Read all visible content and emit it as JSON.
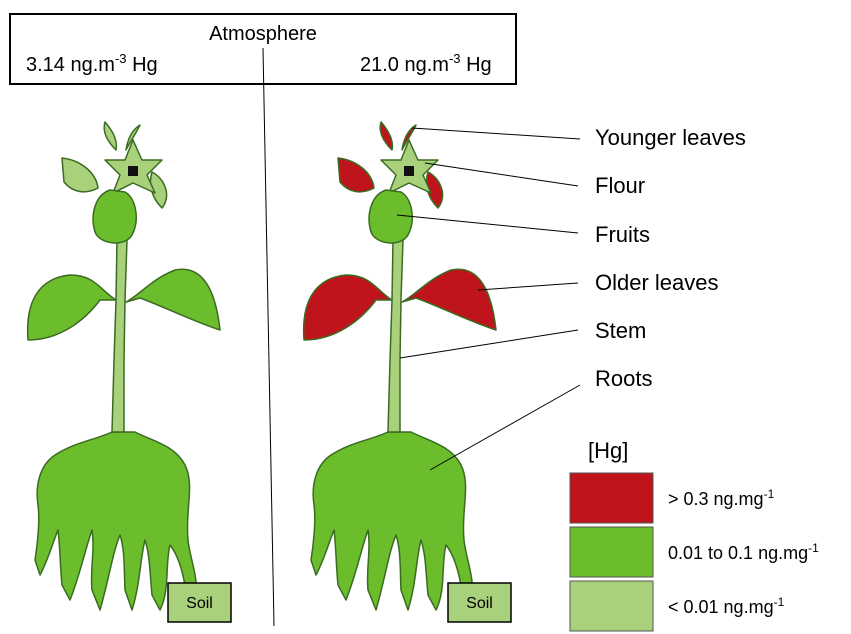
{
  "atmosphere": {
    "title": "Atmosphere",
    "left_value": "3.14 ng.m",
    "left_exp": "-3",
    "left_unit": " Hg",
    "right_value": "21.0 ng.m",
    "right_exp": "-3",
    "right_unit": " Hg"
  },
  "labels": {
    "younger_leaves": "Younger leaves",
    "flour": "Flour",
    "fruits": "Fruits",
    "older_leaves": "Older leaves",
    "stem": "Stem",
    "roots": "Roots"
  },
  "soil": {
    "left": "Soil",
    "right": "Soil"
  },
  "legend": {
    "title": "[Hg]",
    "items": [
      {
        "value": "> 0.3 ng.mg",
        "exp": "-1",
        "color": "#c0141c"
      },
      {
        "value": "0.01 to 0.1 ng.mg",
        "exp": "-1",
        "color": "#6cbd2c"
      },
      {
        "value": "< 0.01 ng.mg",
        "exp": "-1",
        "color": "#a9d17c"
      }
    ]
  },
  "colors": {
    "high": "#c0141c",
    "medium": "#6cbd2c",
    "low": "#a9d17c",
    "soil_fill": "#a9d17c",
    "outline": "#3a6b22"
  }
}
